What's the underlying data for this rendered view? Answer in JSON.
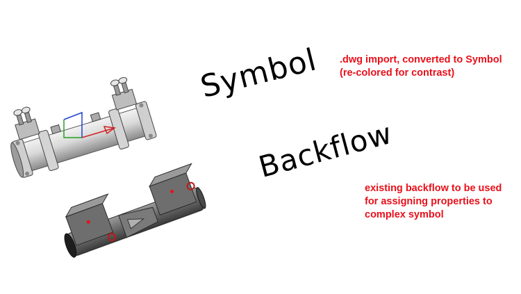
{
  "viewport": {
    "background": "#ffffff",
    "labels": {
      "symbol": "Symbol",
      "backflow": "Backflow"
    },
    "annotations": {
      "top": [
        ".dwg import, converted to Symbol",
        "(re-colored for contrast)"
      ],
      "bottom": [
        "existing backflow to be used",
        "for assigning properties to",
        "complex symbol"
      ]
    },
    "colors": {
      "annotation": "#e8101a",
      "label": "#000000",
      "model_light": "#d8d8d8",
      "model_dark": "#5a5a5a",
      "gizmo_x": "#d02020",
      "gizmo_y": "#20a020",
      "gizmo_z": "#2040d0"
    },
    "models": [
      {
        "name": "imported-symbol-model",
        "style": "light-gray"
      },
      {
        "name": "existing-backflow-model",
        "style": "dark-gray"
      }
    ]
  }
}
